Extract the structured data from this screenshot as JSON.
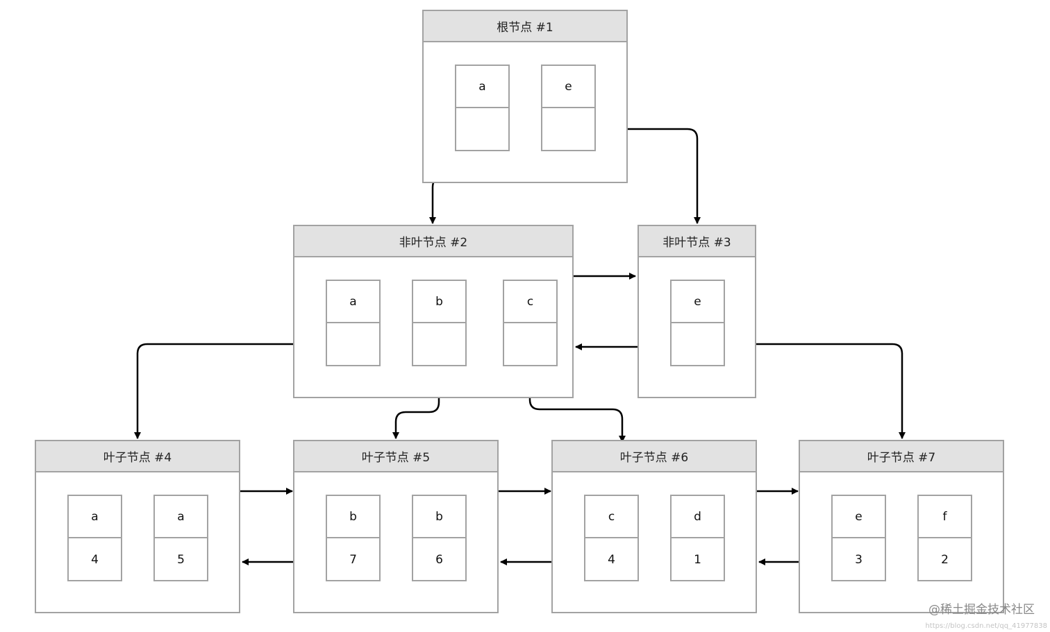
{
  "nodes": {
    "root_1": {
      "title": "根节点 #1",
      "cells": [
        {
          "key": "a",
          "value": ""
        },
        {
          "key": "e",
          "value": ""
        }
      ]
    },
    "nonleaf_2": {
      "title": "非叶节点 #2",
      "cells": [
        {
          "key": "a",
          "value": ""
        },
        {
          "key": "b",
          "value": ""
        },
        {
          "key": "c",
          "value": ""
        }
      ]
    },
    "nonleaf_3": {
      "title": "非叶节点 #3",
      "cells": [
        {
          "key": "e",
          "value": ""
        }
      ]
    },
    "leaf_4": {
      "title": "叶子节点 #4",
      "cells": [
        {
          "key": "a",
          "value": "4"
        },
        {
          "key": "a",
          "value": "5"
        }
      ]
    },
    "leaf_5": {
      "title": "叶子节点 #5",
      "cells": [
        {
          "key": "b",
          "value": "7"
        },
        {
          "key": "b",
          "value": "6"
        }
      ]
    },
    "leaf_6": {
      "title": "叶子节点 #6",
      "cells": [
        {
          "key": "c",
          "value": "4"
        },
        {
          "key": "d",
          "value": "1"
        }
      ]
    },
    "leaf_7": {
      "title": "叶子节点 #7",
      "cells": [
        {
          "key": "e",
          "value": "3"
        },
        {
          "key": "f",
          "value": "2"
        }
      ]
    }
  },
  "watermark": "@稀土掘金技术社区",
  "watermark_url": "https://blog.csdn.net/qq_41977838",
  "colors": {
    "border": "#a2a2a2",
    "header": "#e2e2e2",
    "arrow": "#000000"
  }
}
